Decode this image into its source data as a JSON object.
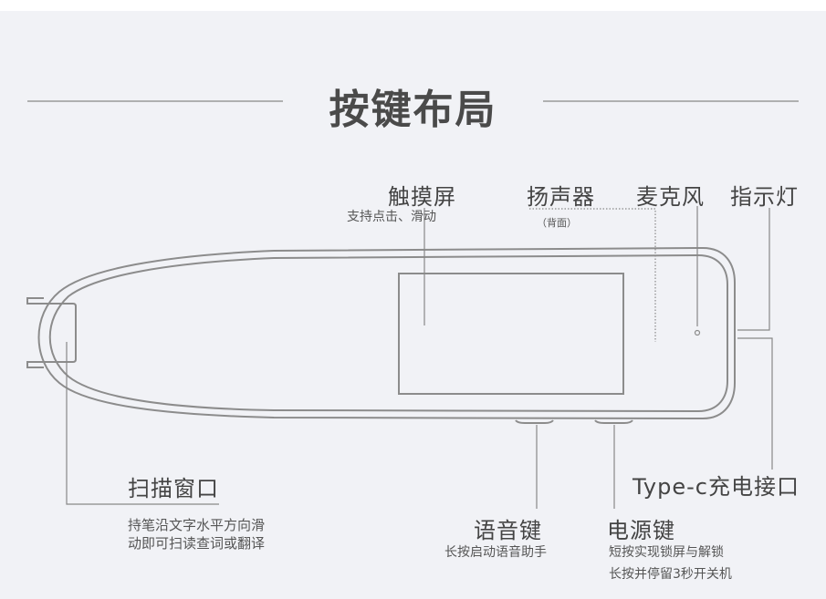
{
  "title": "按键布局",
  "labels": {
    "touchscreen": {
      "name": "触摸屏",
      "desc": "支持点击、滑动"
    },
    "speaker": {
      "name": "扬声器",
      "note": "（背面）"
    },
    "microphone": {
      "name": "麦克风"
    },
    "indicator": {
      "name": "指示灯"
    },
    "scan_window": {
      "name": "扫描窗口",
      "desc": [
        "持笔沿文字水平方向滑",
        "动即可扫读查词或翻译"
      ]
    },
    "typec": {
      "name": "Type-c充电接口"
    },
    "voice_key": {
      "name": "语音键",
      "desc": "长按启动语音助手"
    },
    "power_key": {
      "name": "电源键",
      "desc": [
        "短按实现锁屏与解锁",
        "长按并停留3秒开关机"
      ]
    }
  },
  "colors": {
    "background": "#f1f2f6",
    "line": "#8a8a8a",
    "text": "#4a4a4a"
  }
}
